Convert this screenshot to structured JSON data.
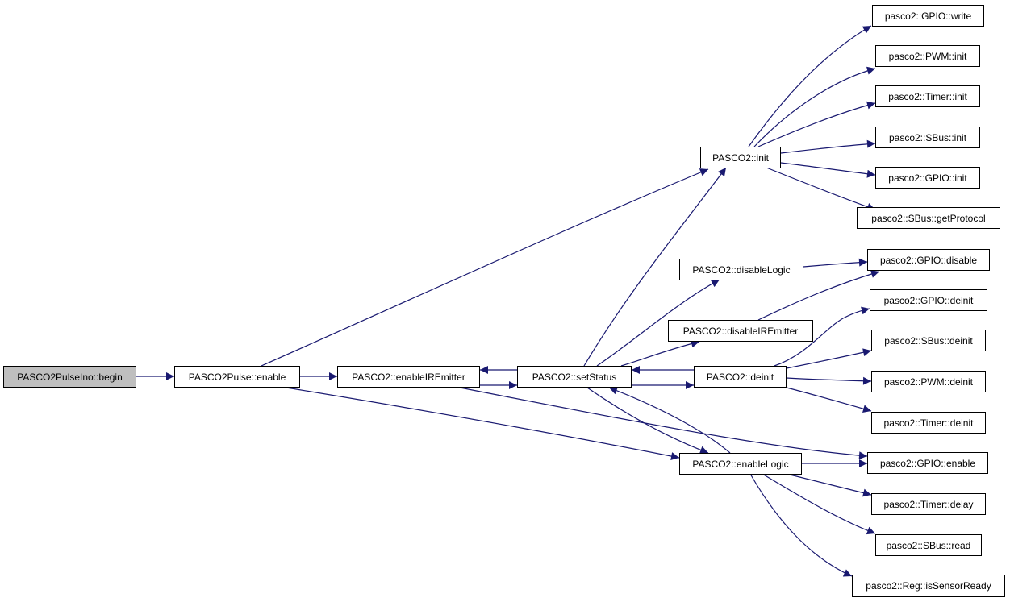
{
  "nodes": {
    "begin": "PASCO2PulseIno::begin",
    "pulse_enable": "PASCO2Pulse::enable",
    "enable_ir": "PASCO2::enableIREmitter",
    "set_status": "PASCO2::setStatus",
    "init": "PASCO2::init",
    "disable_logic": "PASCO2::disableLogic",
    "disable_ir": "PASCO2::disableIREmitter",
    "deinit": "PASCO2::deinit",
    "enable_logic": "PASCO2::enableLogic",
    "gpio_write": "pasco2::GPIO::write",
    "pwm_init": "pasco2::PWM::init",
    "timer_init": "pasco2::Timer::init",
    "sbus_init": "pasco2::SBus::init",
    "gpio_init": "pasco2::GPIO::init",
    "sbus_getprotocol": "pasco2::SBus::getProtocol",
    "gpio_disable": "pasco2::GPIO::disable",
    "gpio_deinit": "pasco2::GPIO::deinit",
    "sbus_deinit": "pasco2::SBus::deinit",
    "pwm_deinit": "pasco2::PWM::deinit",
    "timer_deinit": "pasco2::Timer::deinit",
    "gpio_enable": "pasco2::GPIO::enable",
    "timer_delay": "pasco2::Timer::delay",
    "sbus_read": "pasco2::SBus::read",
    "reg_issensorready": "pasco2::Reg::isSensorReady"
  },
  "colors": {
    "edge": "#191970",
    "root_fill": "#bfbfbf"
  }
}
